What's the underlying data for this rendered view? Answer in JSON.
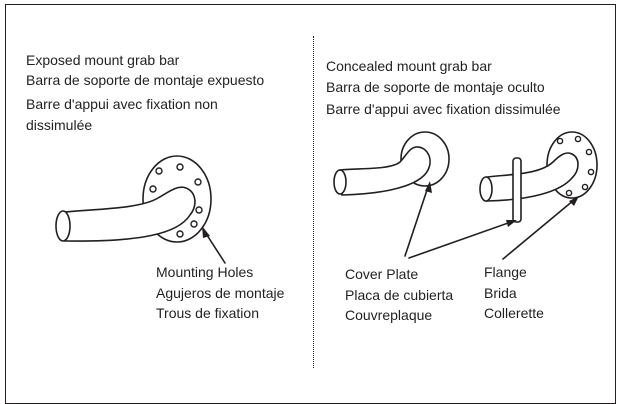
{
  "left": {
    "title_lines": [
      "Exposed mount grab bar",
      "Barra de soporte de montaje expuesto",
      "Barre d'appui avec fixation non",
      "dissimulée"
    ],
    "callout": [
      "Mounting Holes",
      "Agujeros de montaje",
      "Trous de fixation"
    ]
  },
  "right": {
    "title_lines": [
      "Concealed mount grab bar",
      "Barra de soporte de montaje oculto",
      "Barre d'appui avec fixation dissimulée"
    ],
    "cover_plate": [
      "Cover Plate",
      "Placa de cubierta",
      "Couvreplaque"
    ],
    "flange": [
      "Flange",
      "Brida",
      "Collerette"
    ]
  }
}
